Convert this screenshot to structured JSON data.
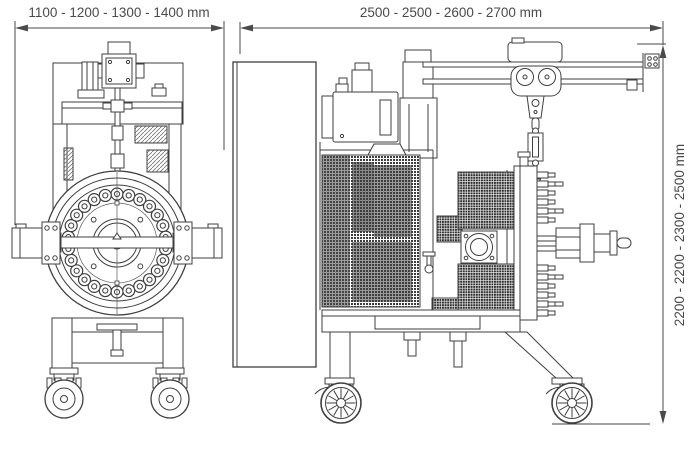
{
  "drawing": {
    "type": "technical-drawing",
    "views": [
      "front-view",
      "side-view"
    ]
  },
  "colors": {
    "background": "#ffffff",
    "line": "#3f3f3f",
    "dimension_text": "#4a4a4a",
    "mesh": "#3d3d3d"
  },
  "dimensions": {
    "front_width": "1100 - 1200 - 1300 - 1400 mm",
    "side_width": "2500 - 2500 - 2600 - 2700 mm",
    "side_height": "2200 - 2200 - 2300 - 2500 mm"
  }
}
